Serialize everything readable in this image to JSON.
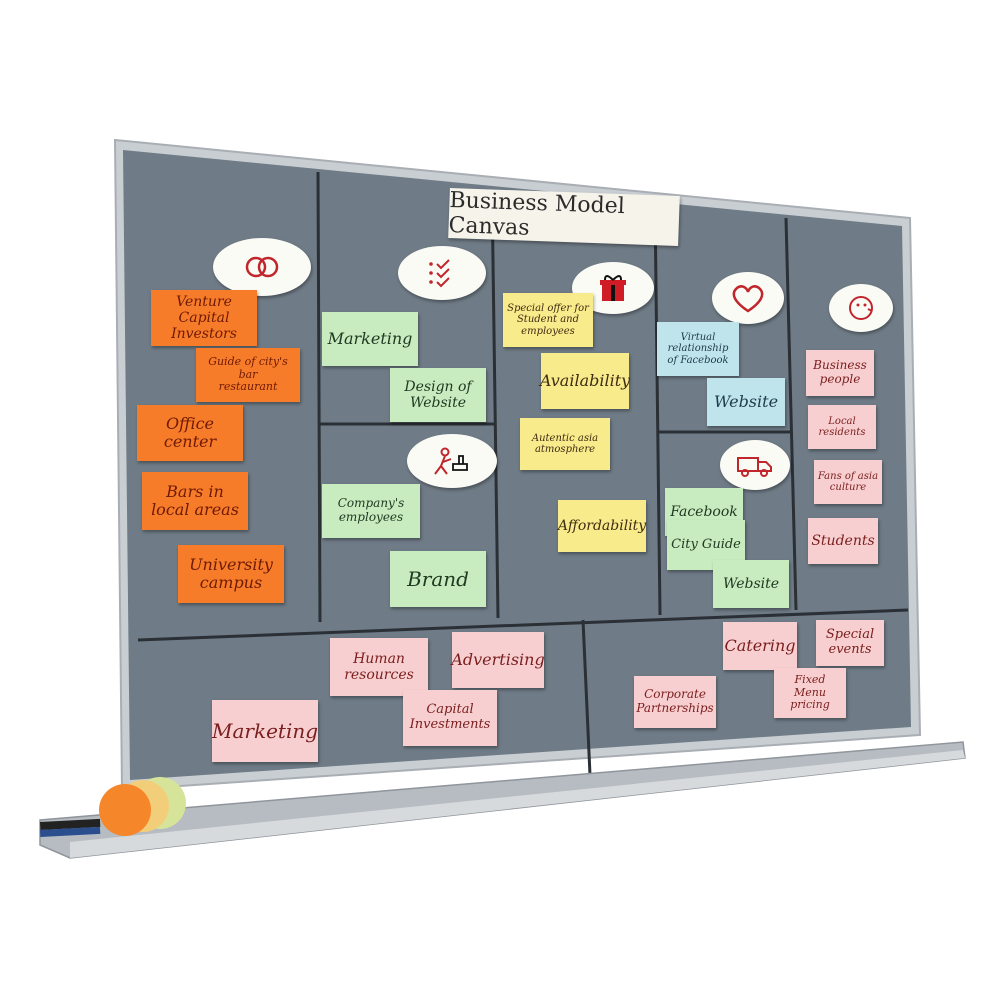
{
  "board": {
    "colors": {
      "felt": "#6f7b86",
      "frame": "#c9ced3",
      "divider": "#2b3036",
      "tray": "#b7bcc2"
    }
  },
  "title": "Business Model Canvas",
  "icons": {
    "key_partners": "linked-rings-icon",
    "key_activities": "checklist-icon",
    "value_propositions": "gift-icon",
    "customer_relationships": "heart-icon",
    "customer_segments": "face-icon",
    "key_resources": "worker-icon",
    "channels": "truck-icon"
  },
  "notes": {
    "key_partners": [
      "Venture Capital\nInvestors",
      "Guide of city's bar\nrestaurant",
      "Office center",
      "Bars in\nlocal areas",
      "University\ncampus"
    ],
    "key_activities": [
      "Marketing",
      "Design of\nWebsite"
    ],
    "key_resources": [
      "Company's\nemployees",
      "Brand"
    ],
    "value_propositions": [
      "Special offer for\nStudent and\nemployees",
      "Availability",
      "Autentic asia\natmosphere",
      "Affordability"
    ],
    "customer_relationships": [
      "Virtual relationship\nof Facebook",
      "Website"
    ],
    "channels": [
      "Facebook",
      "City Guide",
      "Website"
    ],
    "customer_segments": [
      "Business\npeople",
      "Local residents",
      "Fans of asia\nculture",
      "Students"
    ],
    "cost_structure": [
      "Human\nresources",
      "Advertising",
      "Capital\nInvestments",
      "Marketing"
    ],
    "revenue_streams": [
      "Catering",
      "Special\nevents",
      "Corporate\nPartnerships",
      "Fixed Menu\npricing"
    ]
  },
  "markers": {
    "colors": [
      "#f5872a",
      "#f3ce7a",
      "#d6e49a"
    ]
  }
}
